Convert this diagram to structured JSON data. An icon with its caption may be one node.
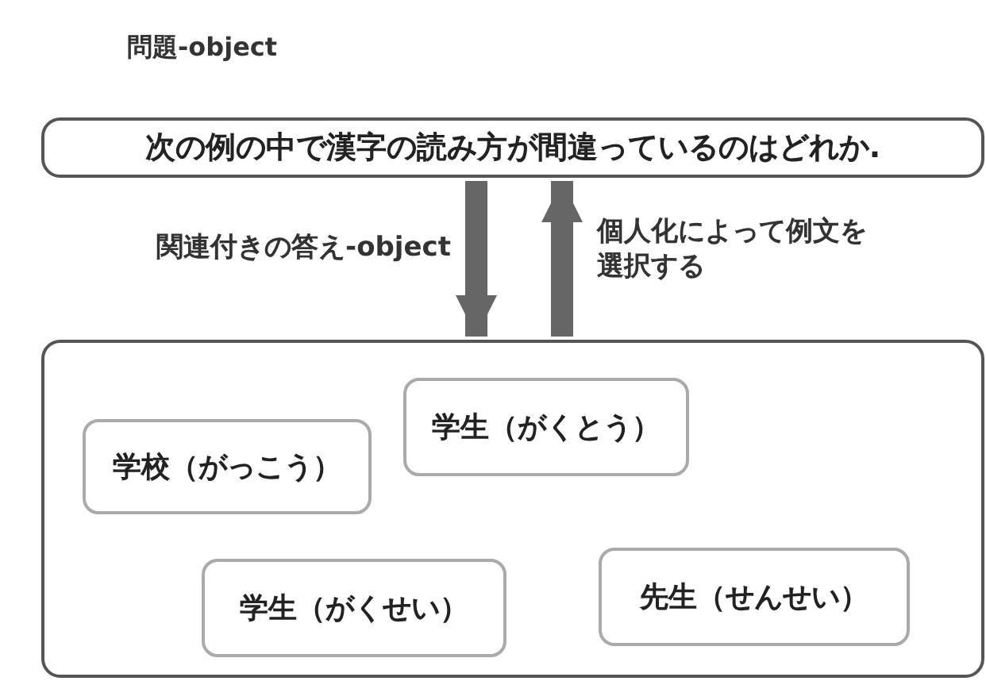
{
  "diagram": {
    "nodes": [
      {
        "text": [
          "問題-object",
          "次の例の中で漢字の読み方が間違っているのはどれか."
        ]
      },
      {
        "text": [],
        "shape": "box"
      },
      {
        "text": [
          "学校（がっこう）"
        ],
        "in": 1
      },
      {
        "text": [
          "学生（がくとう）"
        ],
        "in": 1
      },
      {
        "text": [
          "学生（がくせい）"
        ],
        "in": 1
      },
      {
        "text": [
          "先生（せんせい）"
        ],
        "in": 1
      }
    ],
    "edges": [
      {
        "from": 0,
        "to": 1,
        "arrow": "to",
        "label": "関連付きの答え-object"
      },
      {
        "from": 1,
        "to": 0,
        "arrow": "to",
        "label": "個人化によって例文を選択する"
      }
    ]
  }
}
